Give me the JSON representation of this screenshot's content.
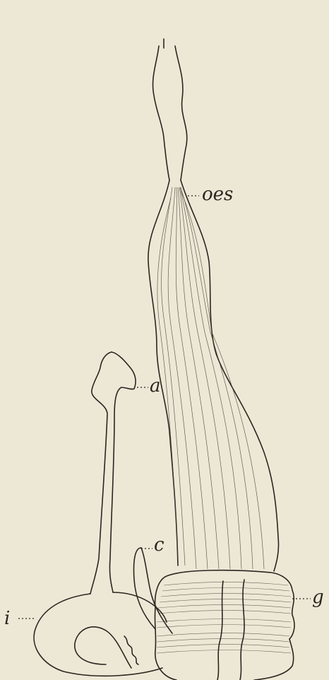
{
  "labels": {
    "oes": "oes",
    "a": "a",
    "c": "c",
    "g": "g",
    "i": "i"
  },
  "colors": {
    "paper": "#ede8d6",
    "ink": "#2a2620"
  }
}
